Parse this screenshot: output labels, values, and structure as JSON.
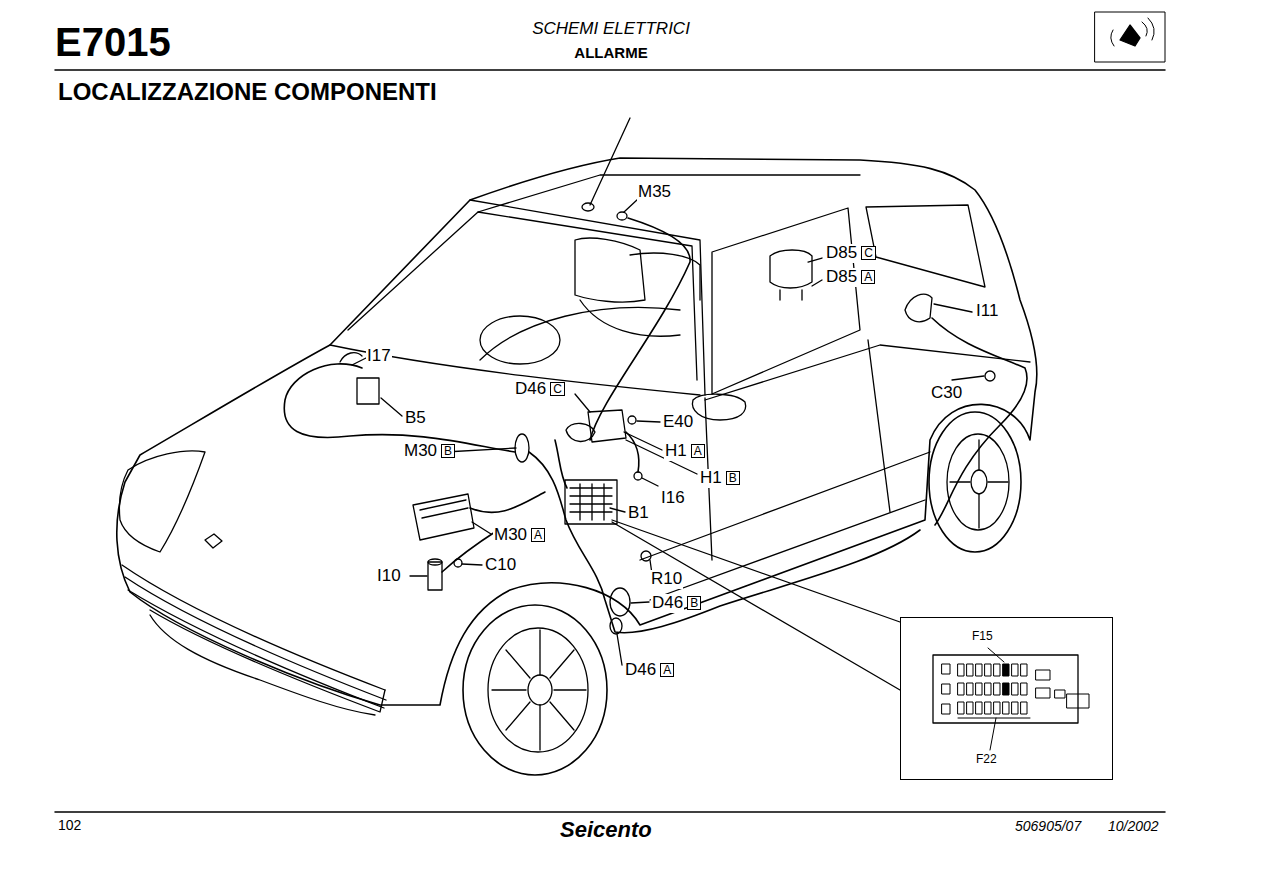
{
  "diagram": {
    "title": "E7015",
    "nodes": [
      {
        "text": [
          "D85",
          "C"
        ]
      },
      {
        "text": [
          "D85",
          "A"
        ]
      },
      {
        "text": [
          "D46",
          "C"
        ]
      },
      {
        "text": [
          "H1",
          "A"
        ]
      },
      {
        "text": [
          "M30",
          "B"
        ]
      },
      {
        "text": [
          "H1",
          "B"
        ]
      },
      {
        "text": [
          "M30",
          "A"
        ]
      },
      {
        "text": [
          "D46",
          "B"
        ]
      },
      {
        "text": [
          "D46",
          "A"
        ]
      },
      {
        "text": [
          "F15",
          "F22"
        ]
      }
    ],
    "labels": [
      "SCHEMI ELETTRICI",
      "ALLARME",
      "LOCALIZZAZIONE COMPONENTI",
      "M35",
      "I11",
      "I17",
      "B5",
      "C30",
      "E40",
      "I16",
      "B1",
      "C10",
      "I10",
      "R10",
      "102",
      "Seicento",
      "506905/07",
      "10/2002"
    ]
  }
}
